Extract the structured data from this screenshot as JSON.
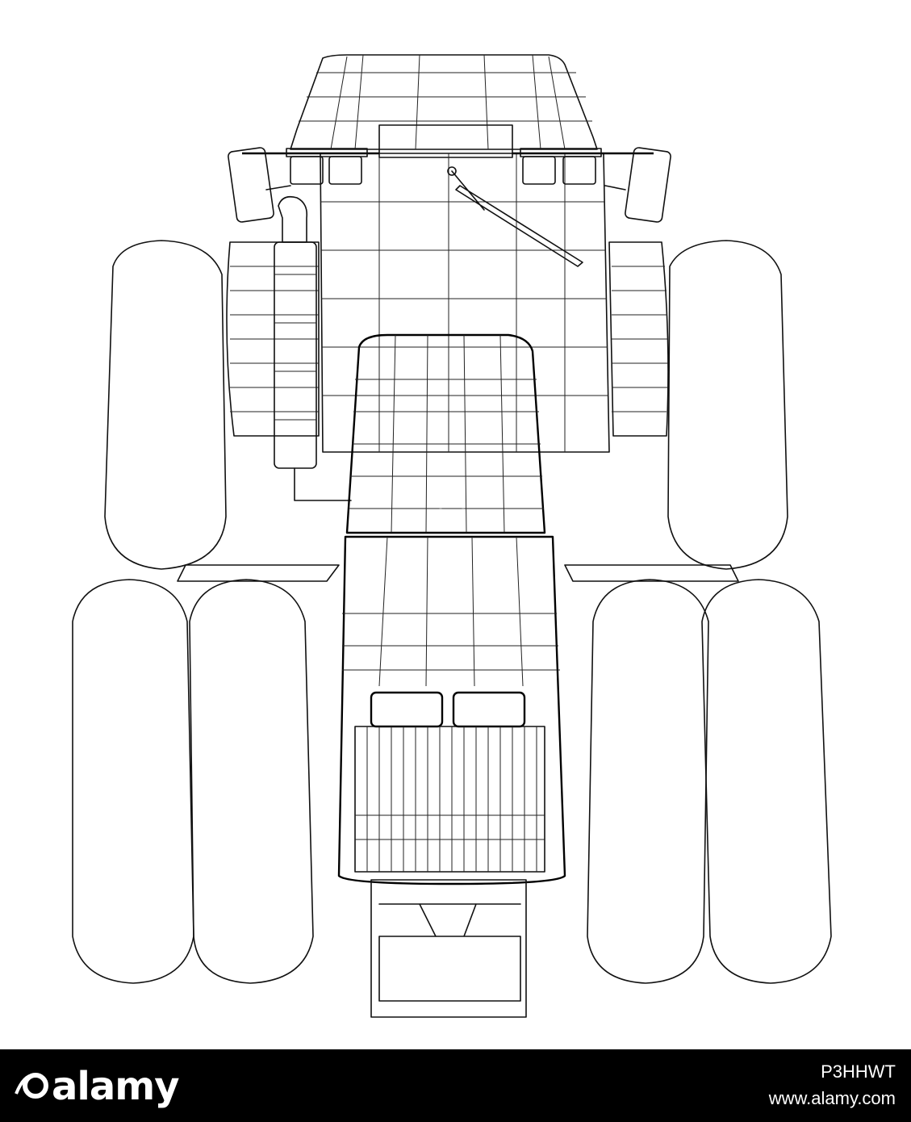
{
  "watermark": {
    "brand": "alamy",
    "logo_icon": "alamy-logo-icon"
  },
  "footer": {
    "brand": "alamy",
    "image_id": "P3HHWT",
    "stock_url": "www.alamy.com",
    "background": "#000000",
    "text_color": "#ffffff"
  },
  "drawing": {
    "subject_icon": "tractor-wireframe-icon",
    "stroke_color": "#111111",
    "background": "#ffffff"
  }
}
